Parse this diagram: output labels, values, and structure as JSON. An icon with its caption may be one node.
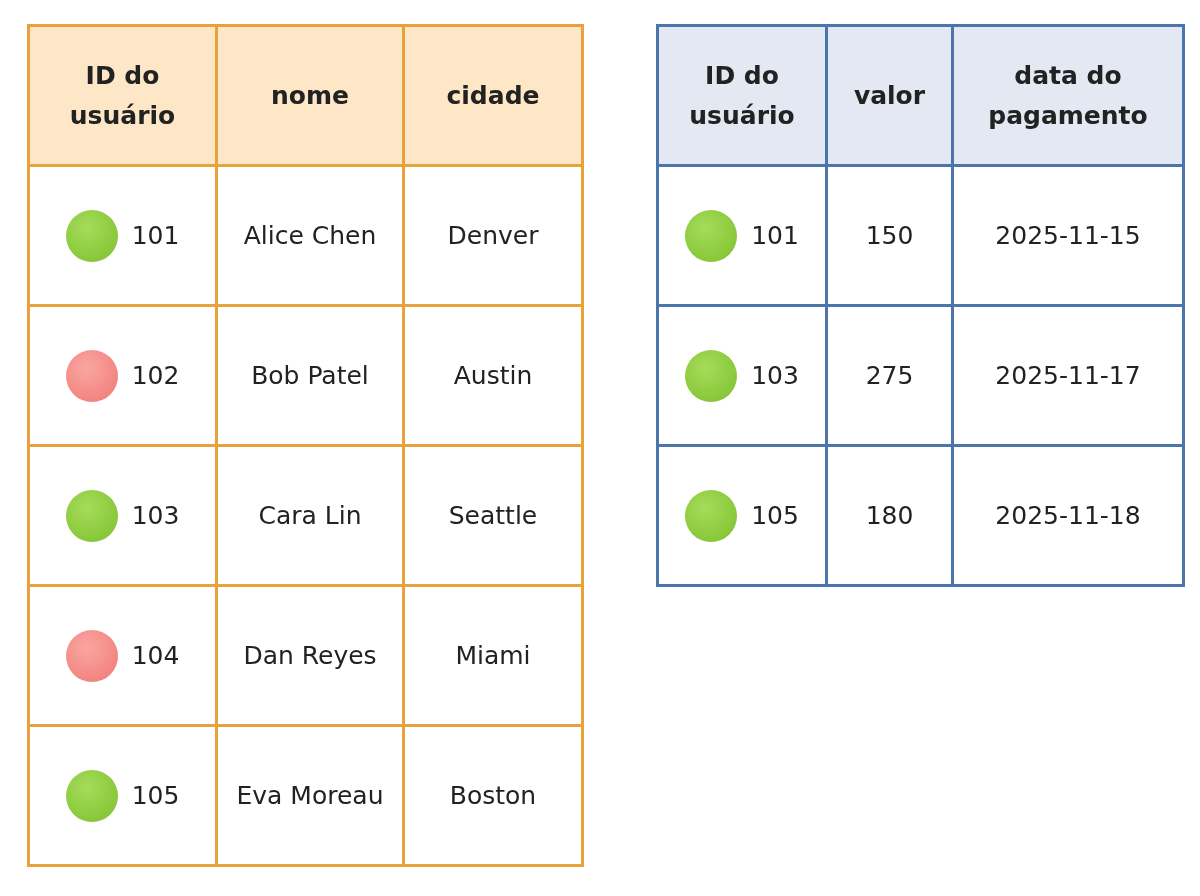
{
  "diagram": {
    "labels": [
      "ID do usuário",
      "nome",
      "cidade",
      "101",
      "Alice Chen",
      "Denver",
      "102",
      "Bob Patel",
      "Austin",
      "103",
      "Cara Lin",
      "Seattle",
      "104",
      "Dan Reyes",
      "Miami",
      "105",
      "Eva Moreau",
      "Boston",
      "ID do usuário",
      "valor",
      "data do pagamento",
      "101",
      "150",
      "2025-11-15",
      "103",
      "275",
      "2025-11-17",
      "105",
      "180",
      "2025-11-18"
    ]
  }
}
